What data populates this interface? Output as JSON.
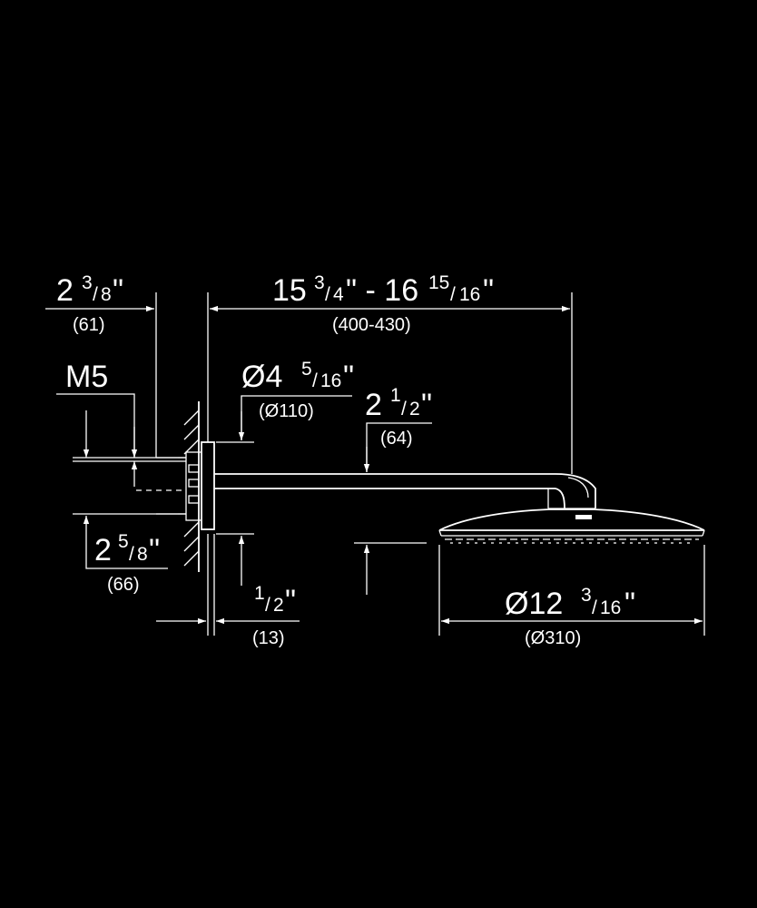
{
  "dimensions": {
    "wall_offset": {
      "whole": "2",
      "num": "3",
      "den": "8",
      "quote": "\"",
      "metric": "(61)"
    },
    "thread": {
      "label": "M5"
    },
    "arm_length": {
      "whole_a": "15",
      "num_a": "3",
      "den_a": "4",
      "sep": "\" - 16",
      "num_b": "15",
      "den_b": "16",
      "quote": "\"",
      "metric": "(400-430)"
    },
    "flange_dia": {
      "whole": "Ø4",
      "num": "5",
      "den": "16",
      "quote": "\"",
      "metric": "(Ø110)"
    },
    "drop": {
      "whole": "2",
      "num": "1",
      "den": "2",
      "quote": "\"",
      "metric": "(64)"
    },
    "flange_height": {
      "whole": "2",
      "num": "5",
      "den": "8",
      "quote": "\"",
      "metric": "(66)"
    },
    "flange_depth": {
      "num": "1",
      "den": "2",
      "quote": "\"",
      "metric": "(13)"
    },
    "head_dia": {
      "whole": "Ø12",
      "num": "3",
      "den": "16",
      "quote": "\"",
      "metric": "(Ø310)"
    }
  }
}
